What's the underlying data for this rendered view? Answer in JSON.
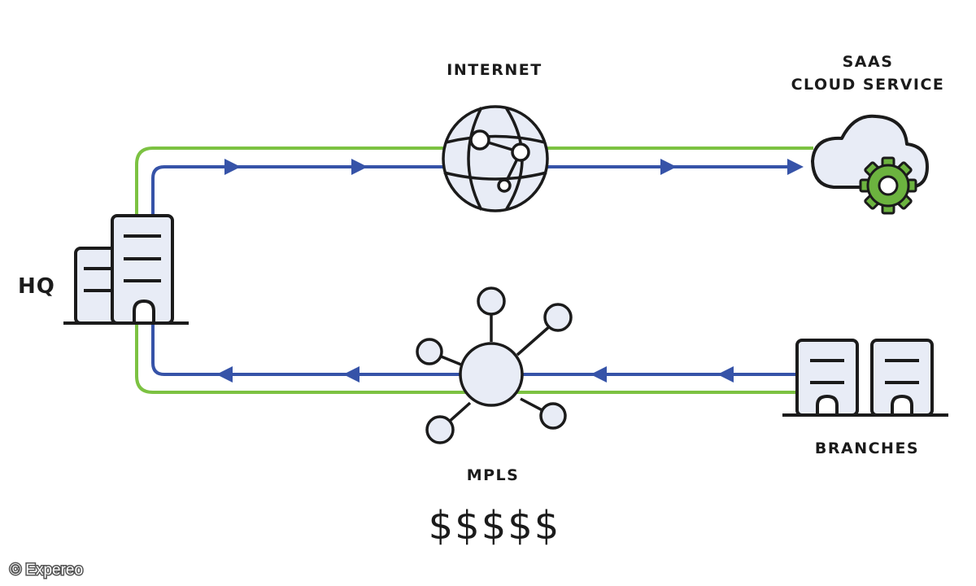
{
  "labels": {
    "internet": "INTERNET",
    "saas_line1": "SAAS",
    "saas_line2": "CLOUD SERVICE",
    "hq": "HQ",
    "mpls": "MPLS",
    "mpls_cost": "$$$$$",
    "branches": "BRANCHES"
  },
  "copyright": "© Expereo",
  "colors": {
    "green_path": "#7cc242",
    "blue_path": "#3653a8",
    "outline": "#1b1b1b",
    "fill": "#e8ecf6",
    "gear": "#6cb33f"
  },
  "icons": [
    "building-icon",
    "globe-icon",
    "cloud-gear-icon",
    "hub-network-icon",
    "branch-building-icon"
  ]
}
